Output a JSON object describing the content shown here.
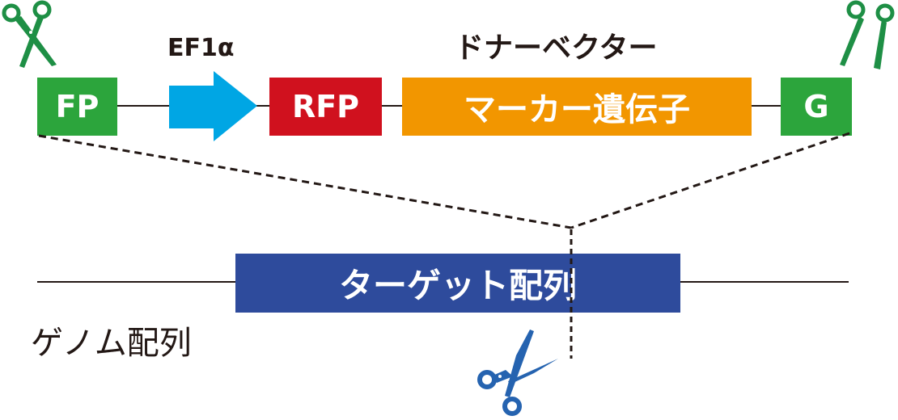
{
  "donor_vector": {
    "title": "ドナーベクター",
    "promoter_label": "EF1α",
    "elements": {
      "left_arm": {
        "label": "FP",
        "color": "#2ca53c"
      },
      "promoter": {
        "label": "",
        "color": "#00a6e4"
      },
      "rfp": {
        "label": "RFP",
        "color": "#d0111e"
      },
      "marker": {
        "label": "マーカー遺伝子",
        "color": "#f29600"
      },
      "right_arm": {
        "label": "G",
        "color": "#2ca53c"
      }
    },
    "cut_icon_color": "#1e8f45"
  },
  "genome": {
    "label": "ゲノム配列",
    "target": {
      "label": "ターゲット配列",
      "color": "#2e4b9c"
    },
    "cut_icon_color": "#2563b0"
  },
  "colors": {
    "line": "#231815"
  }
}
